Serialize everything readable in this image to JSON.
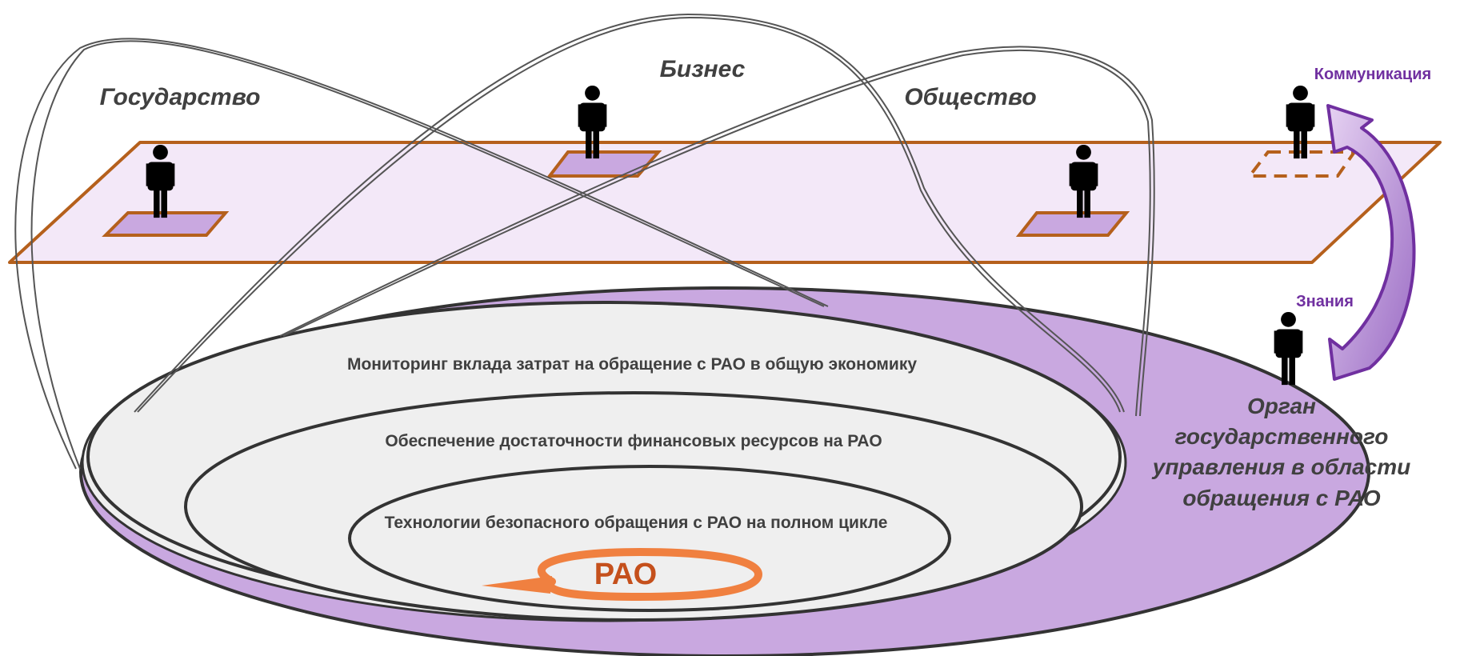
{
  "labels": {
    "gosudarstvo": "Государство",
    "biznes": "Бизнес",
    "obshchestvo": "Общество",
    "kommunikatsiya": "Коммуникация",
    "znaniya": "Знания",
    "organ_line1": "Орган",
    "organ_line2": "государственного",
    "organ_line3": "управления в области",
    "organ_line4": "обращения с РАО"
  },
  "rings": {
    "outer": "Мониторинг вклада затрат на обращение с РАО в общую экономику",
    "middle": "Обеспечение достаточности финансовых ресурсов на РАО",
    "inner": "Технологии безопасного обращения с РАО на полном цикле",
    "center": "РАО"
  },
  "colors": {
    "plane_fill": "#f3e8f8",
    "plane_stroke": "#b5601c",
    "purple_fill": "#c9a8e0",
    "ellipse_fill": "#efefef",
    "accent_purple": "#7030a0",
    "orange": "#d9531e",
    "text_dark": "#404040"
  },
  "icons": [
    "person-icon",
    "arrow-icon",
    "circular-arrow-icon"
  ]
}
